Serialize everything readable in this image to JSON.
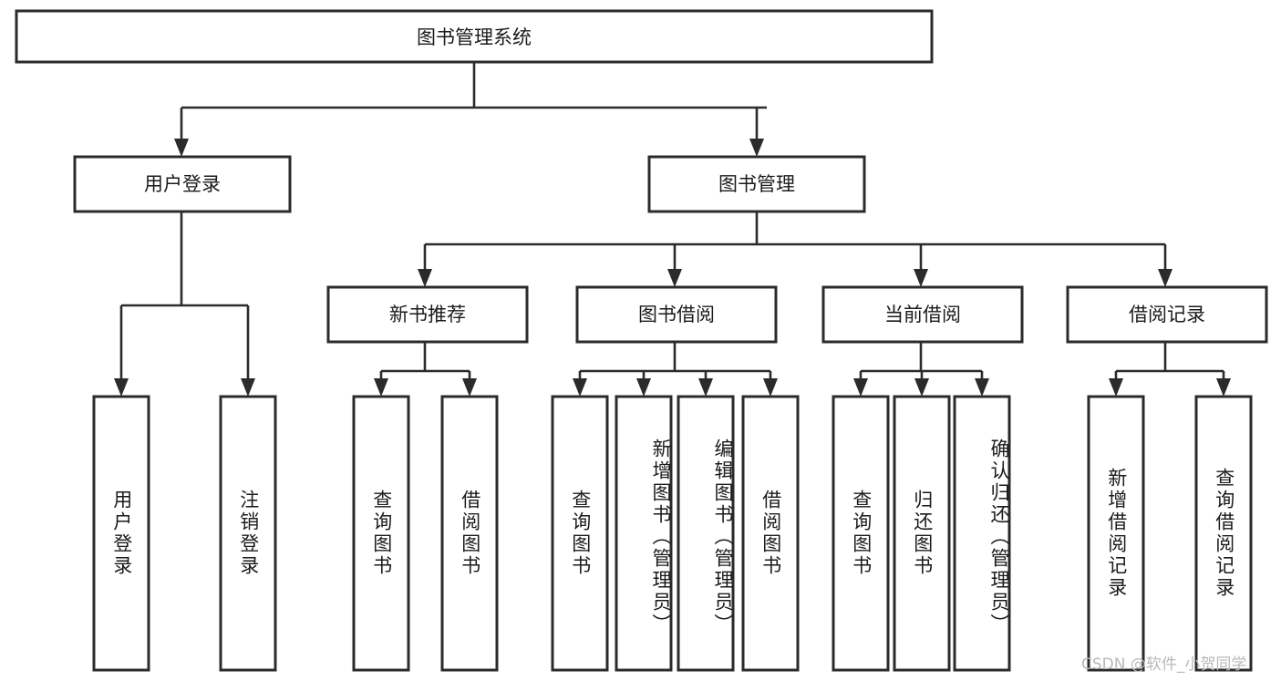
{
  "diagram": {
    "type": "tree",
    "title": "图书管理系统",
    "root": {
      "id": "root",
      "label": "图书管理系统"
    },
    "level2": [
      {
        "id": "user-login",
        "label": "用户登录"
      },
      {
        "id": "book-manage",
        "label": "图书管理"
      }
    ],
    "level3": [
      {
        "id": "new-book-recommend",
        "label": "新书推荐",
        "parent": "book-manage"
      },
      {
        "id": "book-borrow",
        "label": "图书借阅",
        "parent": "book-manage"
      },
      {
        "id": "current-borrow",
        "label": "当前借阅",
        "parent": "book-manage"
      },
      {
        "id": "borrow-record",
        "label": "借阅记录",
        "parent": "book-manage"
      }
    ],
    "leaves": [
      {
        "id": "leaf-user-login",
        "label": "用户登录",
        "parent": "user-login"
      },
      {
        "id": "leaf-logout-login",
        "label": "注销登录",
        "parent": "user-login"
      },
      {
        "id": "leaf-query-book-1",
        "label": "查询图书",
        "parent": "new-book-recommend"
      },
      {
        "id": "leaf-borrow-book-1",
        "label": "借阅图书",
        "parent": "new-book-recommend"
      },
      {
        "id": "leaf-query-book-2",
        "label": "查询图书",
        "parent": "book-borrow"
      },
      {
        "id": "leaf-add-book",
        "label": "新增图书（管理员）",
        "parent": "book-borrow"
      },
      {
        "id": "leaf-edit-book",
        "label": "编辑图书（管理员）",
        "parent": "book-borrow"
      },
      {
        "id": "leaf-borrow-book-2",
        "label": "借阅图书",
        "parent": "book-borrow"
      },
      {
        "id": "leaf-query-book-3",
        "label": "查询图书",
        "parent": "current-borrow"
      },
      {
        "id": "leaf-return-book",
        "label": "归还图书",
        "parent": "current-borrow"
      },
      {
        "id": "leaf-confirm-return",
        "label": "确认归还（管理员）",
        "parent": "current-borrow"
      },
      {
        "id": "leaf-add-record",
        "label": "新增借阅记录",
        "parent": "borrow-record"
      },
      {
        "id": "leaf-query-record",
        "label": "查询借阅记录",
        "parent": "borrow-record"
      }
    ]
  },
  "watermark": {
    "text": "CSDN @软件_小贺同学"
  },
  "colors": {
    "stroke": "#2b2b2b",
    "fill": "#ffffff",
    "text": "#1b1b1b",
    "watermark": "#b9b9b9"
  }
}
